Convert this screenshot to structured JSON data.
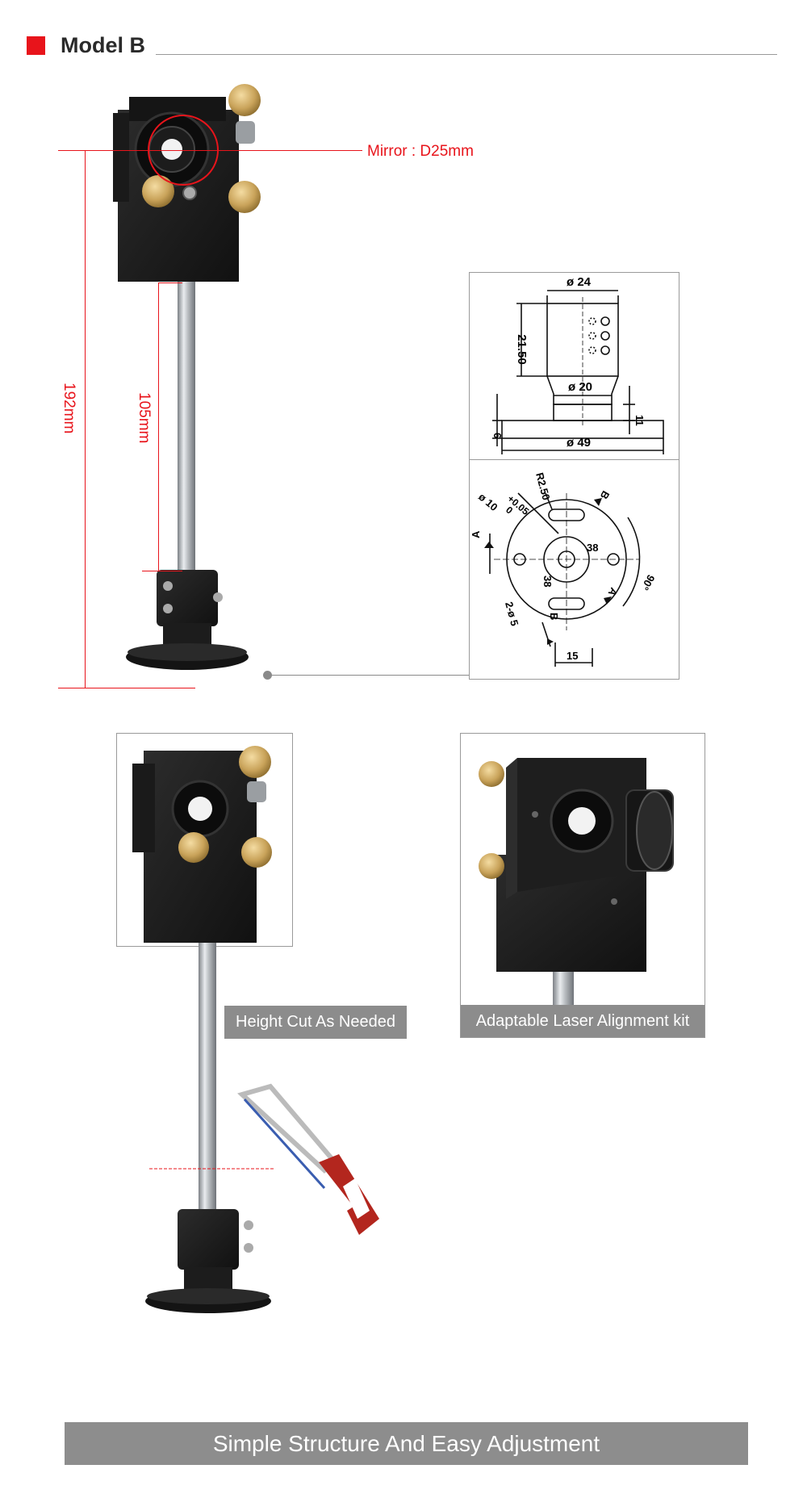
{
  "header": {
    "title": "Model B"
  },
  "dimensions": {
    "mirror_label": "Mirror : D25mm",
    "total_height": "192mm",
    "rod_length": "105mm"
  },
  "drawing": {
    "side": {
      "top_diameter": "ø 24",
      "height": "21.50",
      "neck_diameter": "ø 20",
      "neck_height": "11",
      "flange_thickness": "6",
      "flange_diameter": "ø 49"
    },
    "top": {
      "hole_dia": "ø 10",
      "tolerance": "+0.05",
      "tolerance_low": "0",
      "radius": "R2.50",
      "section_a": "A",
      "section_b": "B",
      "dim_38a": "38",
      "dim_38b": "38",
      "angle": "90°",
      "holes": "2-ø 5",
      "width": "15"
    }
  },
  "captions": {
    "height_cut": "Height Cut As Needed",
    "alignment_kit": "Adaptable Laser Alignment kit"
  },
  "footer": {
    "text": "Simple Structure And Easy Adjustment"
  },
  "colors": {
    "accent_red": "#e8141b",
    "caption_grey": "#8c8c8c",
    "mount_black": "#1b1b1b",
    "brass": "#c9a35a",
    "steel": "#bfc3c7"
  }
}
